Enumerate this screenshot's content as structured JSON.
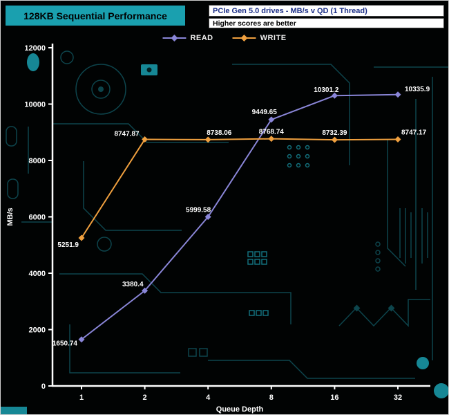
{
  "header": {
    "title": "128KB Sequential Performance",
    "subtitle_line1": "PCIe Gen 5.0 drives - MB/s v QD (1 Thread)",
    "subtitle_line2": "Higher scores are better"
  },
  "chart_data": {
    "type": "line",
    "title": "128KB Sequential Performance",
    "xlabel": "Queue Depth",
    "ylabel": "MB/s",
    "x_categories": [
      "1",
      "2",
      "4",
      "8",
      "16",
      "32"
    ],
    "ylim": [
      0,
      12000
    ],
    "ytick_step": 2000,
    "grid": false,
    "legend_position": "top-center",
    "series": [
      {
        "name": "READ",
        "color": "#8a86d8",
        "values": [
          1650.74,
          3380.4,
          5999.58,
          9449.65,
          10301.2,
          10335.9
        ],
        "point_labels": [
          "1650.74",
          "3380.4",
          "5999.58",
          "9449.65",
          "10301.2",
          "10335.9"
        ],
        "label_pos": [
          [
            -6,
            9,
            "end"
          ],
          [
            -2,
            -6,
            "end"
          ],
          [
            4,
            -7,
            "end"
          ],
          [
            8,
            -8,
            "end"
          ],
          [
            6,
            -5,
            "end"
          ],
          [
            10,
            -5,
            "start"
          ]
        ]
      },
      {
        "name": "WRITE",
        "color": "#f0a03f",
        "values": [
          5251.9,
          8747.87,
          8738.06,
          8768.74,
          8732.39,
          8747.17
        ],
        "point_labels": [
          "5251.9",
          "8747.87",
          "8738.06",
          "8768.74",
          "8732.39",
          "8747.17"
        ],
        "label_pos": [
          [
            -4,
            13,
            "end"
          ],
          [
            -8,
            -5,
            "end"
          ],
          [
            -2,
            -7,
            "start"
          ],
          [
            0,
            -7,
            "middle"
          ],
          [
            0,
            -7,
            "middle"
          ],
          [
            5,
            -7,
            "start"
          ]
        ]
      }
    ]
  },
  "colors": {
    "background": "#010303",
    "title_bg": "#1aa0af",
    "axis": "#ffffff",
    "subtitle_text": "#1c2f87",
    "circuit_dim": "#0e4850",
    "circuit_bright": "#168795"
  }
}
